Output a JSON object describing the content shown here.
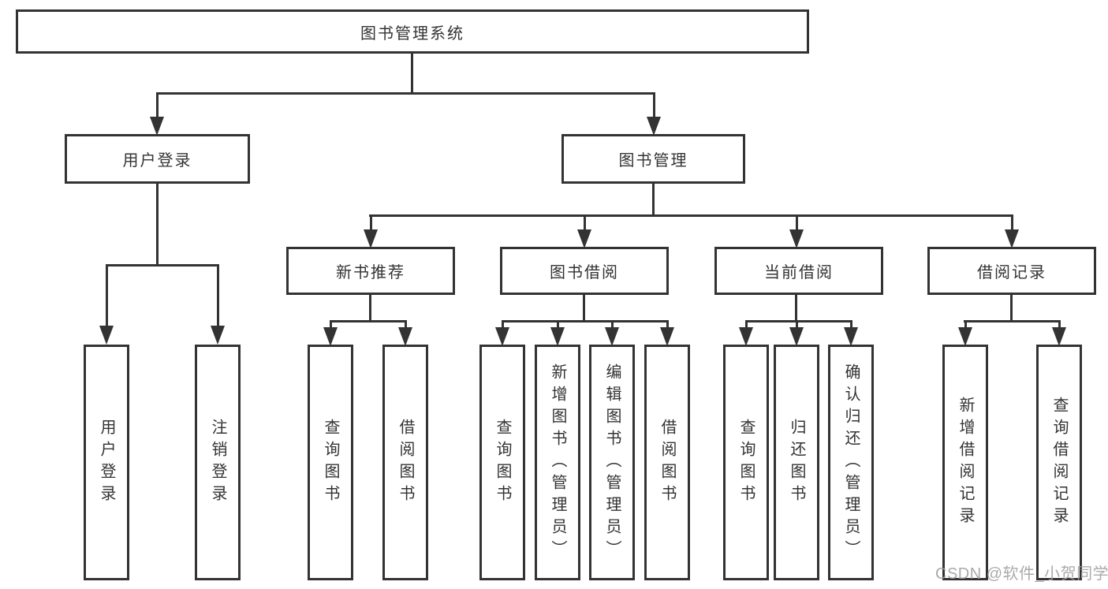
{
  "tree": {
    "root": {
      "label": "图书管理系统",
      "children": [
        {
          "label": "用户登录",
          "children": [
            {
              "label": "用户登录"
            },
            {
              "label": "注销登录"
            }
          ]
        },
        {
          "label": "图书管理",
          "children": [
            {
              "label": "新书推荐",
              "children": [
                {
                  "label": "查询图书"
                },
                {
                  "label": "借阅图书"
                }
              ]
            },
            {
              "label": "图书借阅",
              "children": [
                {
                  "label": "查询图书"
                },
                {
                  "label": "新增图书（管理员）"
                },
                {
                  "label": "编辑图书（管理员）"
                },
                {
                  "label": "借阅图书"
                }
              ]
            },
            {
              "label": "当前借阅",
              "children": [
                {
                  "label": "查询图书"
                },
                {
                  "label": "归还图书"
                },
                {
                  "label": "确认归还（管理员）"
                }
              ]
            },
            {
              "label": "借阅记录",
              "children": [
                {
                  "label": "新增借阅记录"
                },
                {
                  "label": "查询借阅记录"
                }
              ]
            }
          ]
        }
      ]
    }
  },
  "watermark": {
    "text": "CSDN @软件_小贺同学"
  },
  "colors": {
    "line": "#333333",
    "text": "#333333",
    "background": "#ffffff",
    "watermark": "#9e9e9e"
  }
}
